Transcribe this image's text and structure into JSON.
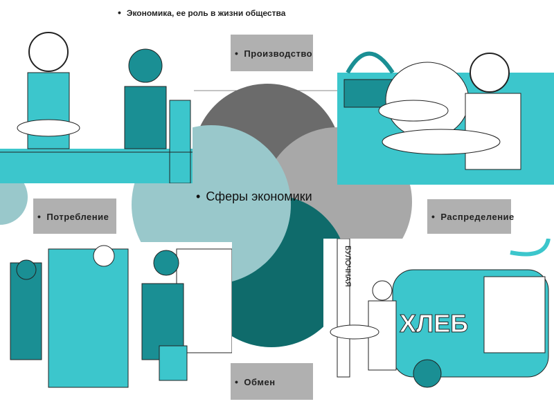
{
  "slide": {
    "title": "Экономика, ее роль в жизни общества",
    "center_label": "Сферы экономики",
    "spheres": [
      {
        "label": "Производство"
      },
      {
        "label": "Потребление"
      },
      {
        "label": "Распределение"
      },
      {
        "label": "Обмен"
      }
    ],
    "illustration_signs": {
      "bakery": "БУЛОЧНАЯ",
      "truck": "ХЛЕБ"
    },
    "colors": {
      "dark_gray": "#6b6b6b",
      "light_gray": "#a8a8a8",
      "dark_teal": "#0f6b6b",
      "light_teal": "#99c8cb",
      "cyan": "#3cc6cc"
    }
  }
}
